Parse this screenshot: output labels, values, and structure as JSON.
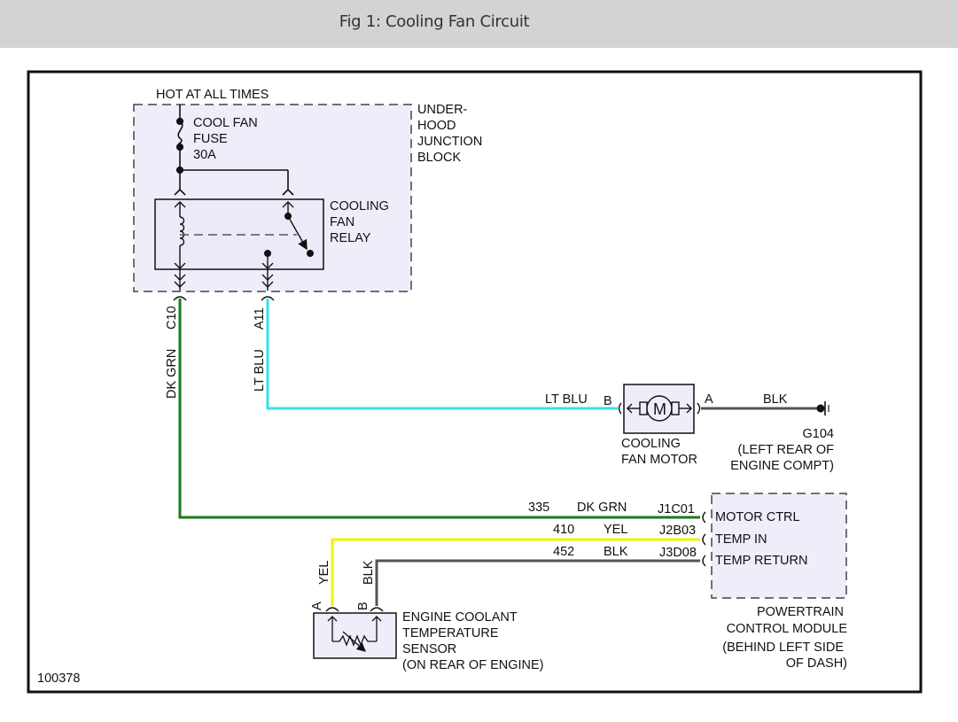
{
  "header": {
    "title": "Fig 1: Cooling Fan Circuit"
  },
  "figure_id": "100378",
  "power_source": {
    "label": "HOT AT ALL TIMES"
  },
  "junction_block": {
    "label_lines": [
      "UNDER-",
      "HOOD",
      "JUNCTION",
      "BLOCK"
    ]
  },
  "fuse": {
    "label_lines": [
      "COOL FAN",
      "FUSE",
      "30A"
    ]
  },
  "relay": {
    "label_lines": [
      "COOLING",
      "FAN",
      "RELAY"
    ]
  },
  "wires": {
    "relay_to_pcm": {
      "pin": "C10",
      "color_label": "DK GRN",
      "circuit": "335",
      "pcm_pin": "J1C01",
      "color": "#1a7a1a"
    },
    "relay_to_motor": {
      "pin": "A11",
      "color_label": "LT BLU",
      "motor_label": "LT BLU",
      "color": "#33e0f0"
    },
    "motor_to_ground": {
      "color_label": "BLK",
      "color": "#555555"
    },
    "sensor_signal": {
      "color_label": "YEL",
      "circuit": "410",
      "pcm_pin": "J2B03",
      "color": "#f2f200"
    },
    "sensor_return": {
      "color_label": "BLK",
      "circuit": "452",
      "pcm_pin": "J3D08",
      "color": "#555555"
    }
  },
  "motor": {
    "symbol": "M",
    "pin_b": "B",
    "pin_a": "A",
    "label_lines": [
      "COOLING",
      "FAN MOTOR"
    ]
  },
  "ground": {
    "label_lines": [
      "G104",
      "(LEFT REAR OF",
      "ENGINE COMPT)"
    ]
  },
  "pcm": {
    "pins": [
      "MOTOR CTRL",
      "TEMP IN",
      "TEMP RETURN"
    ],
    "label_lines": [
      "POWERTRAIN",
      "CONTROL MODULE",
      "(BEHIND LEFT SIDE",
      "OF DASH)"
    ]
  },
  "sensor": {
    "pin_a": "A",
    "pin_b": "B",
    "label_lines": [
      "ENGINE COOLANT",
      "TEMPERATURE",
      "SENSOR",
      "(ON REAR OF ENGINE)"
    ]
  }
}
